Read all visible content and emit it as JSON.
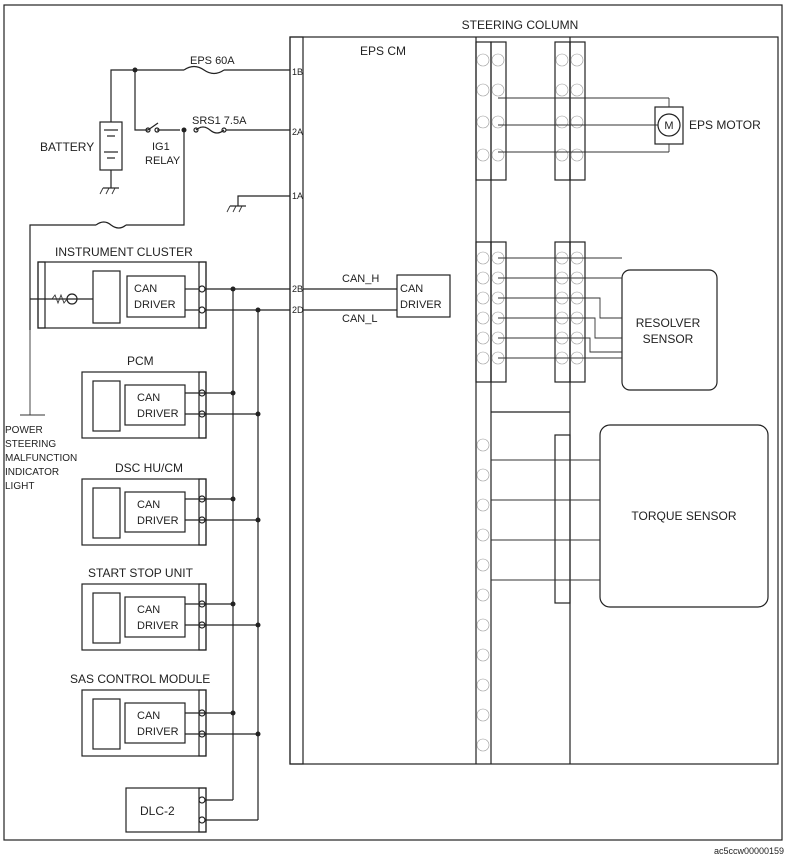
{
  "title": "STEERING COLUMN",
  "eps_cm": "EPS CM",
  "battery": "BATTERY",
  "fuse_eps": "EPS 60A",
  "fuse_srs": "SRS1 7.5A",
  "relay_line1": "IG1",
  "relay_line2": "RELAY",
  "terminals": {
    "t1b": "1B",
    "t2a": "2A",
    "t1a": "1A",
    "t2b": "2B",
    "t2d": "2D"
  },
  "can_h": "CAN_H",
  "can_l": "CAN_L",
  "can_line1": "CAN",
  "can_line2": "DRIVER",
  "modules": {
    "instrument_cluster": "INSTRUMENT CLUSTER",
    "pcm": "PCM",
    "dsc": "DSC HU/CM",
    "start_stop": "START STOP UNIT",
    "sas": "SAS CONTROL MODULE",
    "dlc": "DLC-2"
  },
  "eps_motor": "EPS MOTOR",
  "motor_symbol": "M",
  "resolver_line1": "RESOLVER",
  "resolver_line2": "SENSOR",
  "torque_sensor": "TORQUE SENSOR",
  "warning_light": [
    "POWER",
    "STEERING",
    "MALFUNCTION",
    "INDICATOR",
    "LIGHT"
  ],
  "footer_code": "ac5ccw00000159"
}
